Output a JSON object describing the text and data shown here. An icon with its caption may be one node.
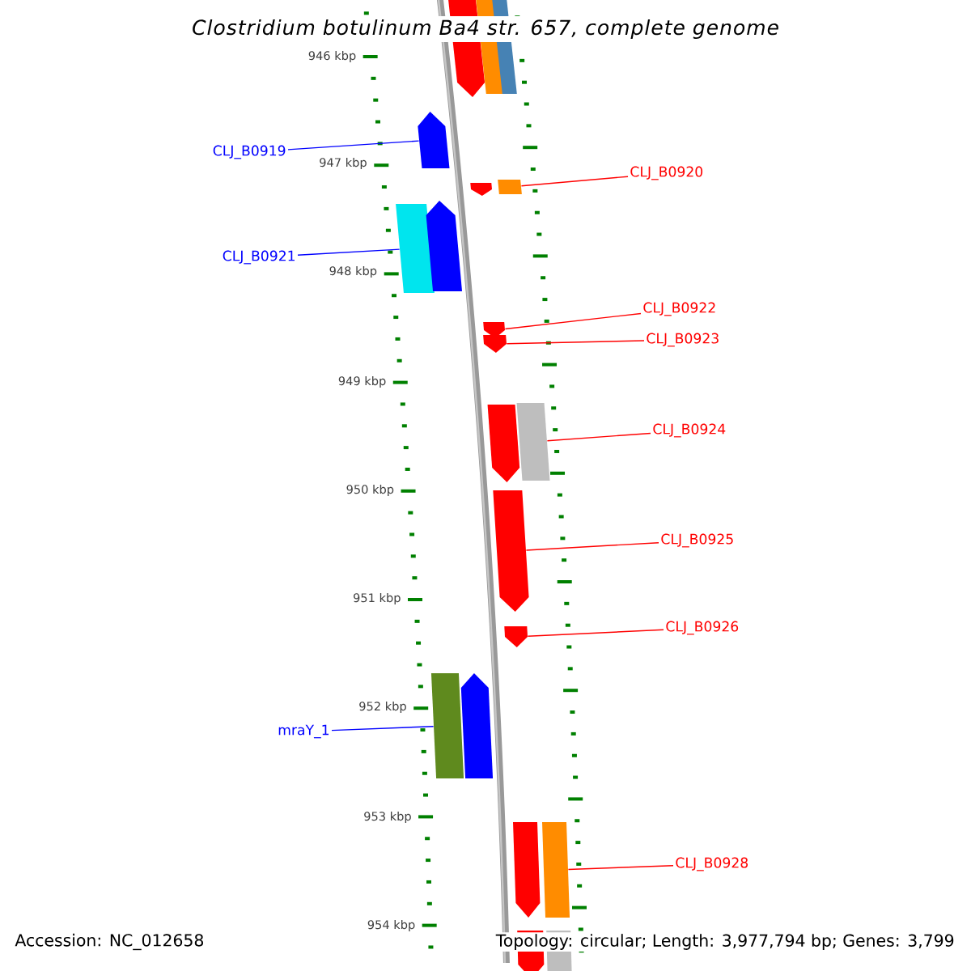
{
  "diagram": {
    "title": "Clostridium botulinum Ba4 str. 657, complete genome",
    "nodes": [
      {
        "text": [
          "CLJ_B0919"
        ]
      },
      {
        "text": [],
        "shape": "arrow"
      },
      {
        "text": [
          "CLJ_B0920"
        ]
      },
      {
        "text": [],
        "shape": "bar"
      },
      {
        "text": [
          "CLJ_B0921"
        ]
      },
      {
        "text": [],
        "shape": "bar"
      },
      {
        "text": [
          "CLJ_B0922"
        ]
      },
      {
        "text": [],
        "shape": "arrow"
      },
      {
        "text": [
          "CLJ_B0923"
        ]
      },
      {
        "text": [],
        "shape": "arrow"
      },
      {
        "text": [
          "CLJ_B0924"
        ]
      },
      {
        "text": [],
        "shape": "bar"
      },
      {
        "text": [
          "CLJ_B0925"
        ]
      },
      {
        "text": [],
        "shape": "arrow"
      },
      {
        "text": [
          "CLJ_B0926"
        ]
      },
      {
        "text": [],
        "shape": "arrow"
      },
      {
        "text": [
          "mraY_1"
        ]
      },
      {
        "text": [],
        "shape": "bar"
      },
      {
        "text": [
          "CLJ_B0928"
        ]
      },
      {
        "text": [],
        "shape": "bar"
      },
      {
        "text": [],
        "shape": "arrow"
      },
      {
        "text": [],
        "shape": "bar"
      },
      {
        "text": [],
        "shape": "bar"
      },
      {
        "text": [],
        "shape": "arrow"
      },
      {
        "text": [],
        "shape": "arrow"
      },
      {
        "text": [],
        "shape": "arrow"
      },
      {
        "text": [],
        "shape": "arrow"
      },
      {
        "text": [],
        "shape": "arrow"
      },
      {
        "text": [],
        "shape": "arrow"
      },
      {
        "text": [],
        "shape": "bar"
      }
    ],
    "edges": [
      {
        "from": 0,
        "to": 1,
        "arrow": "none",
        "color": "#0000ff"
      },
      {
        "from": 2,
        "to": 3,
        "arrow": "none"
      },
      {
        "from": 4,
        "to": 5,
        "arrow": "none",
        "color": "#0000ff"
      },
      {
        "from": 6,
        "to": 7,
        "arrow": "none"
      },
      {
        "from": 8,
        "to": 9,
        "arrow": "none"
      },
      {
        "from": 10,
        "to": 11,
        "arrow": "none"
      },
      {
        "from": 12,
        "to": 13,
        "arrow": "none"
      },
      {
        "from": 14,
        "to": 15,
        "arrow": "none"
      },
      {
        "from": 16,
        "to": 17,
        "arrow": "none",
        "color": "#0000ff"
      },
      {
        "from": 18,
        "to": 19,
        "arrow": "none"
      }
    ],
    "labels": [
      "946 kbp",
      "947 kbp",
      "948 kbp",
      "949 kbp",
      "950 kbp",
      "951 kbp",
      "952 kbp",
      "953 kbp",
      "954 kbp",
      "Accession: NC_012658",
      "Topology: circular; Length: 3,977,794 bp; Genes: 3,799"
    ]
  }
}
